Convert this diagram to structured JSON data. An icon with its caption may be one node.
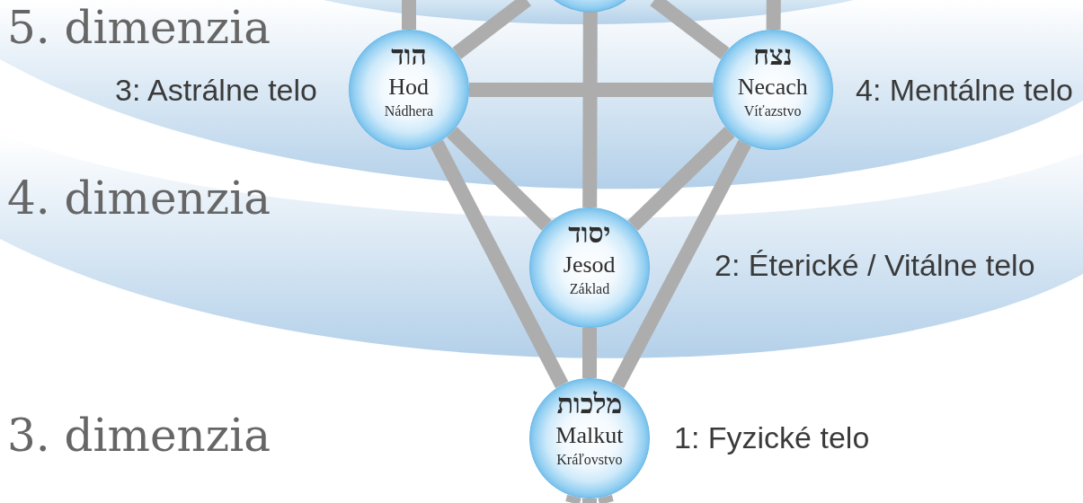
{
  "diagram": {
    "nodes": [
      {
        "text": [],
        "shape": "circle"
      },
      {
        "text": [
          "הוד",
          "Hod",
          "Nádhera"
        ],
        "beside": [
          "3: Astrálne telo"
        ]
      },
      {
        "text": [
          "נצח",
          "Necach",
          "Víťazstvo"
        ],
        "beside": [
          "4: Mentálne telo"
        ]
      },
      {
        "text": [
          "יסוד",
          "Jesod",
          "Základ"
        ],
        "beside": [
          "2: Éterické / Vitálne telo"
        ]
      },
      {
        "text": [
          "מלכות",
          "Malkut",
          "Kráľovstvo"
        ],
        "beside": [
          "1: Fyzické telo"
        ]
      }
    ],
    "edges": [
      {
        "from": 1,
        "to": null,
        "arrow": "none"
      },
      {
        "from": 2,
        "to": null,
        "arrow": "none"
      },
      {
        "from": 0,
        "to": 1,
        "arrow": "none"
      },
      {
        "from": 0,
        "to": 2,
        "arrow": "none"
      },
      {
        "from": 0,
        "to": 3,
        "arrow": "none"
      },
      {
        "from": 1,
        "to": 2,
        "arrow": "none"
      },
      {
        "from": 1,
        "to": 3,
        "arrow": "none"
      },
      {
        "from": 2,
        "to": 3,
        "arrow": "none"
      },
      {
        "from": 1,
        "to": 4,
        "arrow": "none"
      },
      {
        "from": 2,
        "to": 4,
        "arrow": "none"
      },
      {
        "from": 3,
        "to": 4,
        "arrow": "none"
      },
      {
        "from": 4,
        "to": null,
        "arrow": "none"
      },
      {
        "from": 4,
        "to": null,
        "arrow": "none"
      },
      {
        "from": 4,
        "to": null,
        "arrow": "none"
      }
    ],
    "labels": [
      "5. dimenzia",
      "4. dimenzia",
      "3. dimenzia"
    ]
  }
}
